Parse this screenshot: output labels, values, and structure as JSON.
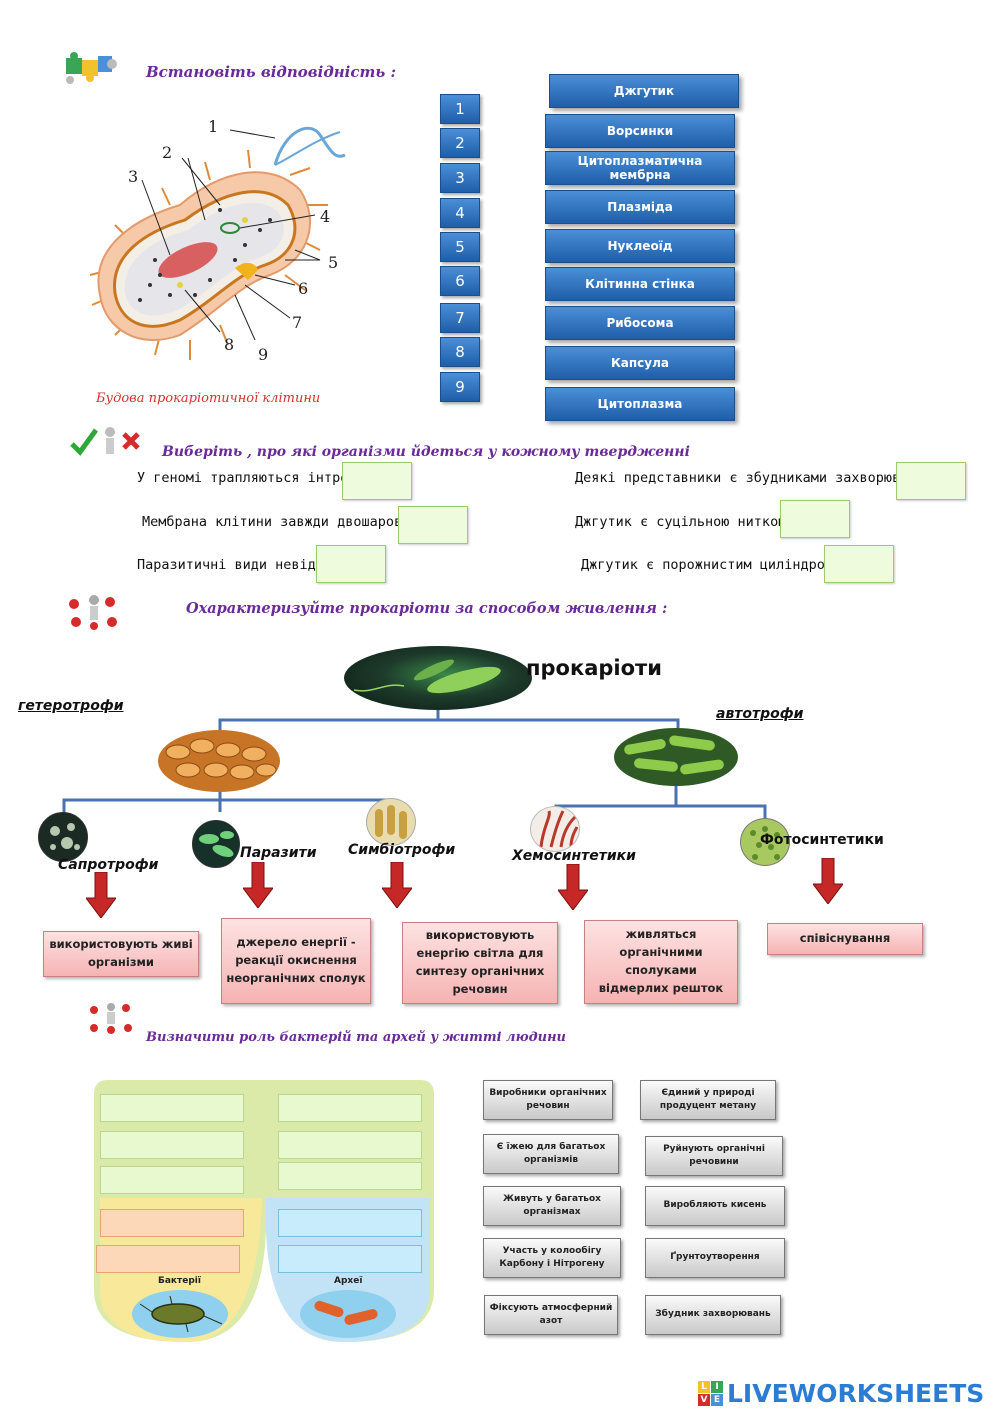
{
  "section1": {
    "heading": "Встановіть відповідність :",
    "diagram_labels": [
      "1",
      "2",
      "3",
      "4",
      "5",
      "6",
      "7",
      "8",
      "9"
    ],
    "caption": "Будова прокаріотичної клітини",
    "numbers": [
      "1",
      "2",
      "3",
      "4",
      "5",
      "6",
      "7",
      "8",
      "9"
    ],
    "terms": [
      "Джгутик",
      "Ворсинки",
      "Цитоплазматична мембрна",
      "Плазміда",
      "Нуклеоїд",
      "Клітинна стінка",
      "Рибосома",
      "Капсула",
      "Цитоплазма"
    ]
  },
  "section2": {
    "heading": "Виберіть , про які організми йдеться у кожному твердженні",
    "statements": [
      "У геномі трапляються інтрони",
      "Мембрана клітини завжди двошарова",
      "Паразитичні види невідомі",
      "Деякі представники є збудниками захворювань",
      "Джгутик є суцільною ниткою",
      "Джгутик є порожнистим циліндром ."
    ]
  },
  "section3": {
    "heading": "Охарактеризуйте прокаріоти за способом живлення :",
    "root": "прокаріоти",
    "heterotrophs": "гетеротрофи",
    "autotrophs": "автотрофи",
    "categories": [
      "Сапротрофи",
      "Паразити",
      "Симбіотрофи",
      "Хемосинтетики",
      "Фотосинтетики"
    ],
    "descriptions": [
      "використовують живі організми",
      "джерело енергії  - реакції окиснення неорганічних сполук",
      "використовують енергію світла для синтезу органічних речовин",
      "живляться органічними сполуками відмерлих решток",
      "співіснування"
    ],
    "colors": {
      "arrow": "#c62828",
      "tree_line": "#4a72b0"
    }
  },
  "section4": {
    "heading": "Визначити роль бактерій  та архей у житті людини",
    "bacteria_label": "Бактерії",
    "archaea_label": "Археї",
    "cards": [
      "Виробники органічних речовин",
      "Єдиний у природі продуцент метану",
      "Є їжею для багатьох організмів",
      "Руйнують органічні речовини",
      "Живуть у багатьох організмах",
      "Виробляють кисень",
      "Участь у колообігу Карбону і Нітрогену",
      "Ґрунтоутворення",
      "Фіксують атмосферний азот",
      "Збудник захворювань"
    ]
  },
  "footer": {
    "brand": "LIVEWORKSHEETS",
    "logo_letters": [
      "L",
      "I",
      "V",
      "E"
    ]
  }
}
